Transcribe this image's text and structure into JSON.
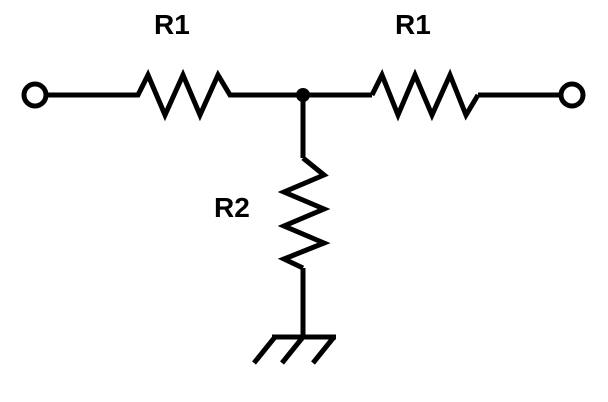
{
  "diagram": {
    "components": [
      {
        "id": "left_resistor",
        "label": "R1",
        "kind": "resistor"
      },
      {
        "id": "right_resistor",
        "label": "R1",
        "kind": "resistor"
      },
      {
        "id": "shunt_resistor",
        "label": "R2",
        "kind": "resistor"
      }
    ],
    "nodes": [
      {
        "id": "input_terminal",
        "kind": "open-terminal"
      },
      {
        "id": "output_terminal",
        "kind": "open-terminal"
      },
      {
        "id": "center_node",
        "kind": "junction"
      },
      {
        "id": "ground",
        "kind": "chassis-ground"
      }
    ],
    "colors": {
      "stroke": "#000000",
      "background": "#ffffff"
    }
  }
}
